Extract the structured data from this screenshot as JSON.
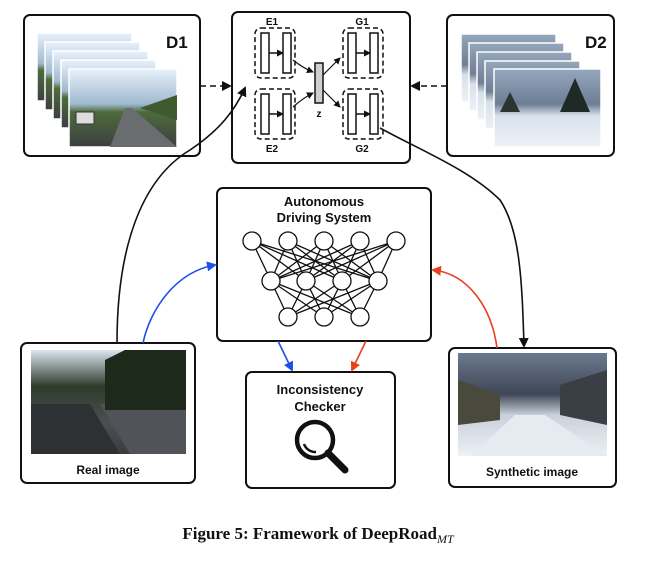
{
  "d1": {
    "label": "D1"
  },
  "d2": {
    "label": "D2"
  },
  "model": {
    "e1": "E1",
    "e2": "E2",
    "g1": "G1",
    "g2": "G2",
    "z": "z"
  },
  "ads": {
    "title_line1": "Autonomous",
    "title_line2": "Driving System"
  },
  "checker": {
    "title_line1": "Inconsistency",
    "title_line2": "Checker"
  },
  "real": {
    "label": "Real image"
  },
  "synthetic": {
    "label": "Synthetic image"
  },
  "caption": {
    "main": "Figure 5: Framework of DeepRoad",
    "sub": "MT"
  },
  "colors": {
    "blue": "#1f4ee8",
    "red": "#e8401f",
    "black": "#111111"
  }
}
